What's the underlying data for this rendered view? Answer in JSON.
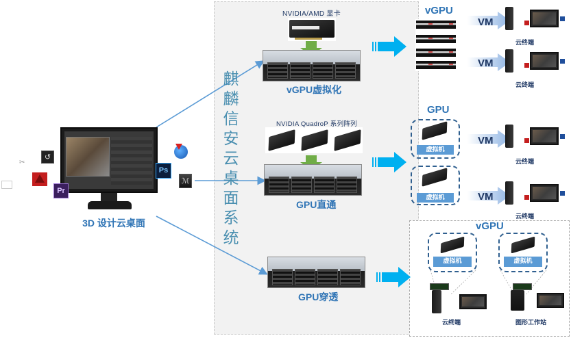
{
  "left": {
    "caption": "3D 设计云桌面",
    "apps": [
      "3ds-max-icon",
      "autocad-icon",
      "premiere-icon",
      "photoshop-icon",
      "navisworks-icon",
      "maya-icon",
      "sketch-icon"
    ]
  },
  "center": {
    "vertical_title": [
      "麒",
      "麟",
      "信",
      "安",
      "云",
      "桌",
      "面",
      "系",
      "统"
    ],
    "sections": [
      {
        "top_label": "NVIDIA/AMD 显卡",
        "title": "vGPU虚拟化"
      },
      {
        "top_label": "NVIDIA QuadroP 系列阵列",
        "title": "GPU直通"
      },
      {
        "top_label": "",
        "title": "GPU穿透"
      }
    ]
  },
  "right": {
    "vgpu_title": "vGPU",
    "gpu_title": "GPU",
    "vm_label": "VM",
    "vm_box_label": "虚拟机",
    "terminals": [
      "云终端",
      "云终端",
      "云终端",
      "云终端"
    ],
    "bottom": {
      "title": "vGPU",
      "vm_box_label": "虚拟机",
      "devices": [
        "云终端",
        "图形工作站"
      ]
    }
  },
  "colors": {
    "accent_blue": "#2f74b5",
    "arrow_cyan": "#00b0f0",
    "connector_line": "#5b9bd5",
    "green_arrow": "#70ad47",
    "dark_label": "#1f3864"
  }
}
